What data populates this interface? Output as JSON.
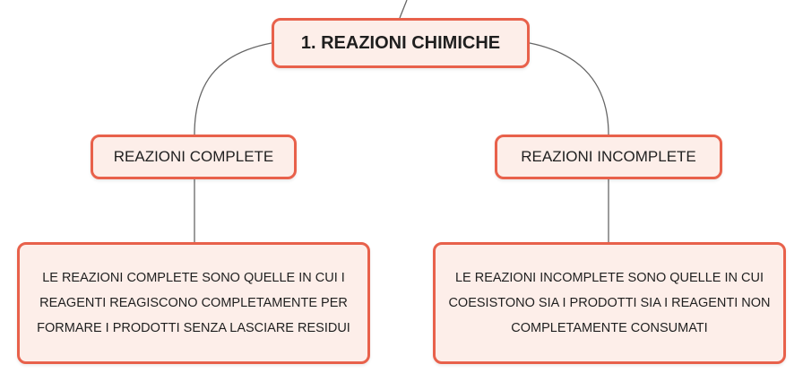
{
  "diagram": {
    "root": {
      "label": "1. REAZIONI CHIMICHE"
    },
    "branches": [
      {
        "label": "REAZIONI COMPLETE",
        "description": "LE REAZIONI COMPLETE SONO QUELLE IN CUI I REAGENTI REAGISCONO COMPLETAMENTE PER FORMARE I PRODOTTI SENZA LASCIARE RESIDUI"
      },
      {
        "label": "REAZIONI INCOMPLETE",
        "description": "LE REAZIONI INCOMPLETE SONO QUELLE IN CUI COESISTONO SIA I PRODOTTI SIA I REAGENTI NON COMPLETAMENTE CONSUMATI"
      }
    ],
    "colors": {
      "node_border": "#e8614b",
      "node_fill": "#fdeee9",
      "connector": "#666666",
      "text": "#1f1f1f"
    }
  }
}
